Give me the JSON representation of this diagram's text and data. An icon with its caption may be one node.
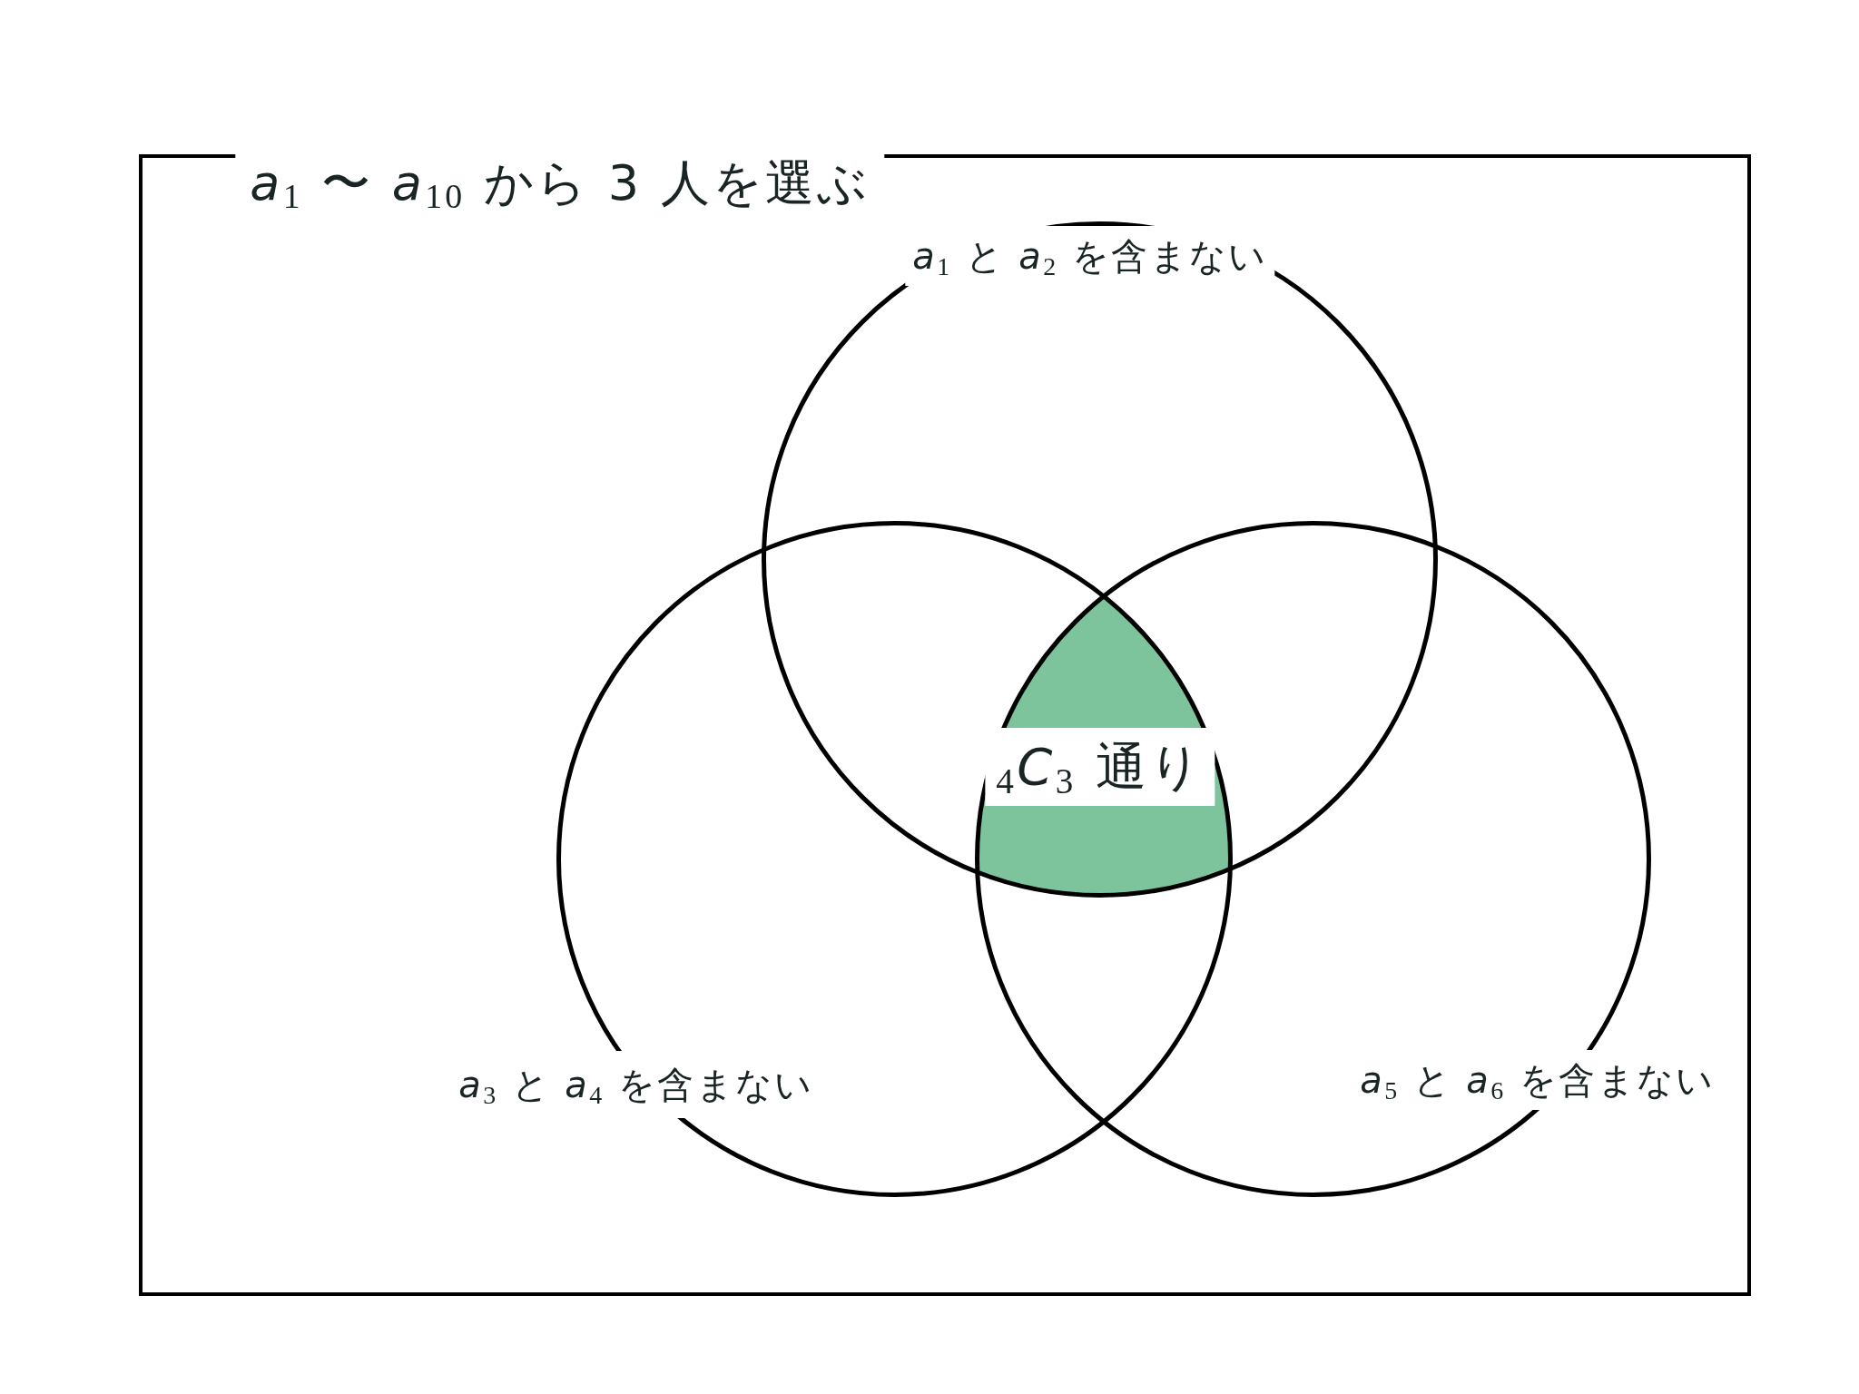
{
  "diagram": {
    "nodes": [
      {
        "text": [
          "*a*$_{1}$ 〜 *a*$_{10}$ から 3 人を選ぶ"
        ]
      },
      {
        "text": [
          "*a*$_{1}$ と *a*$_{2}$ を含まない"
        ],
        "in": 0
      },
      {
        "text": [
          "*a*$_{3}$ と *a*$_{4}$ を含まない"
        ],
        "in": 0
      },
      {
        "text": [
          "*a*$_{5}$ と *a*$_{6}$ を含まない"
        ],
        "in": 0
      },
      {
        "text": [
          "$_{4}$*C*$_{3}$ 通り"
        ]
      }
    ]
  }
}
